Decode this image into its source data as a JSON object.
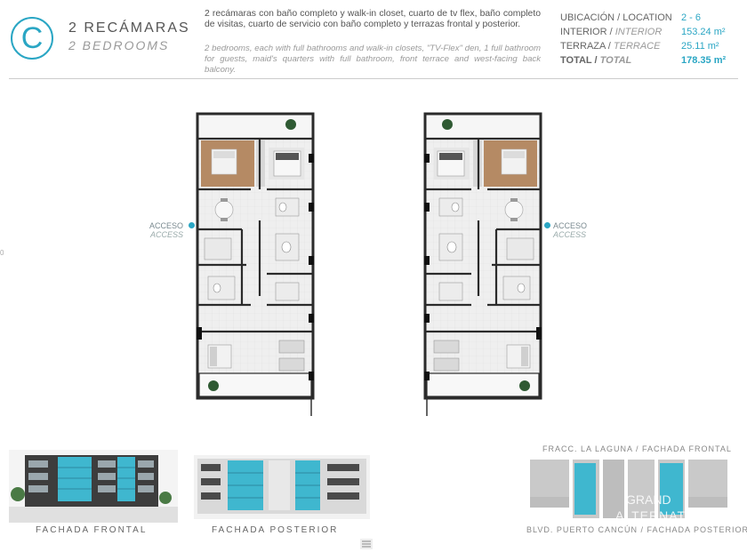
{
  "header": {
    "logo_letter": "C",
    "title_es": "2 RECÁMARAS",
    "title_en": "2 BEDROOMS",
    "description_es": "2 recámaras con baño completo y walk-in closet, cuarto de tv flex, baño completo de visitas, cuarto de servicio con baño completo y terrazas frontal y posterior.",
    "description_en": "2 bedrooms, each with full bathrooms and walk-in closets, \"TV-Flex\" den, 1 full bathroom for guests, maid's quarters with full bathroom, front terrace and west-facing back balcony."
  },
  "areas": [
    {
      "label": "UBICACIÓN / ",
      "label_en": "LOCATION",
      "value": "2 - 6"
    },
    {
      "label": "INTERIOR / ",
      "label_en": "INTERIOR",
      "value": "153.24 m²"
    },
    {
      "label": "TERRAZA / ",
      "label_en": "TERRACE",
      "value": "25.11 m²"
    },
    {
      "label": "TOTAL / ",
      "label_en": "TOTAL",
      "value": "178.35 m²"
    }
  ],
  "access": {
    "es": "ACCESO",
    "en": "ACCESS"
  },
  "side_mark": "0",
  "captions": {
    "front": "FACHADA FRONTAL",
    "rear": "FACHADA POSTERIOR",
    "site_top": "FRACC. LA LAGUNA / FACHADA FRONTAL",
    "site_bottom": "BLVD. PUERTO CANCÚN / FACHADA POSTERIOR"
  },
  "watermark": {
    "line1": "GRAND",
    "line2": "ALTERNATIVE"
  },
  "colors": {
    "accent": "#2aa6c4",
    "glass": "#3fb7cf",
    "wood": "#b58a64",
    "wall": "#2b2b2b"
  }
}
